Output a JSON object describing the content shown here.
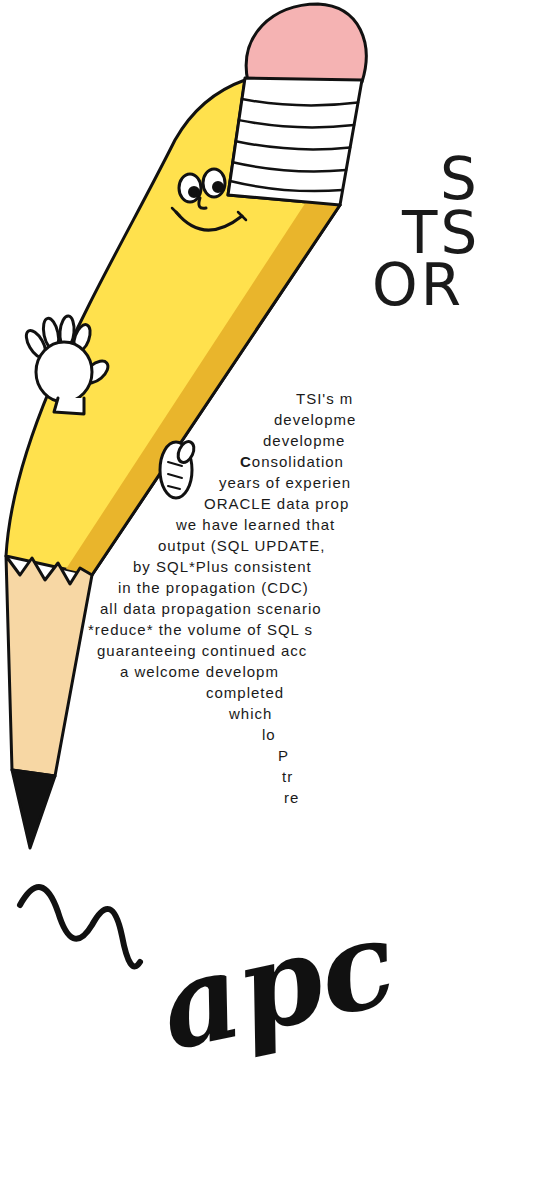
{
  "diagram": {
    "labels": [
      "S",
      "TS",
      "OR",
      "TSI's m",
      "developme",
      "developme",
      "Consolidation",
      "years of experien",
      "ORACLE data prop",
      "we have learned that",
      "output (SQL UPDATE,",
      "by SQL*Plus consistent",
      "in the propagation (CDC)",
      "all data propagation scenario",
      "*reduce* the volume of SQL s",
      "guaranteeing continued acc",
      "a welcome developm",
      "completed",
      "which",
      "lo",
      "P",
      "tr",
      "re",
      "apc"
    ]
  }
}
